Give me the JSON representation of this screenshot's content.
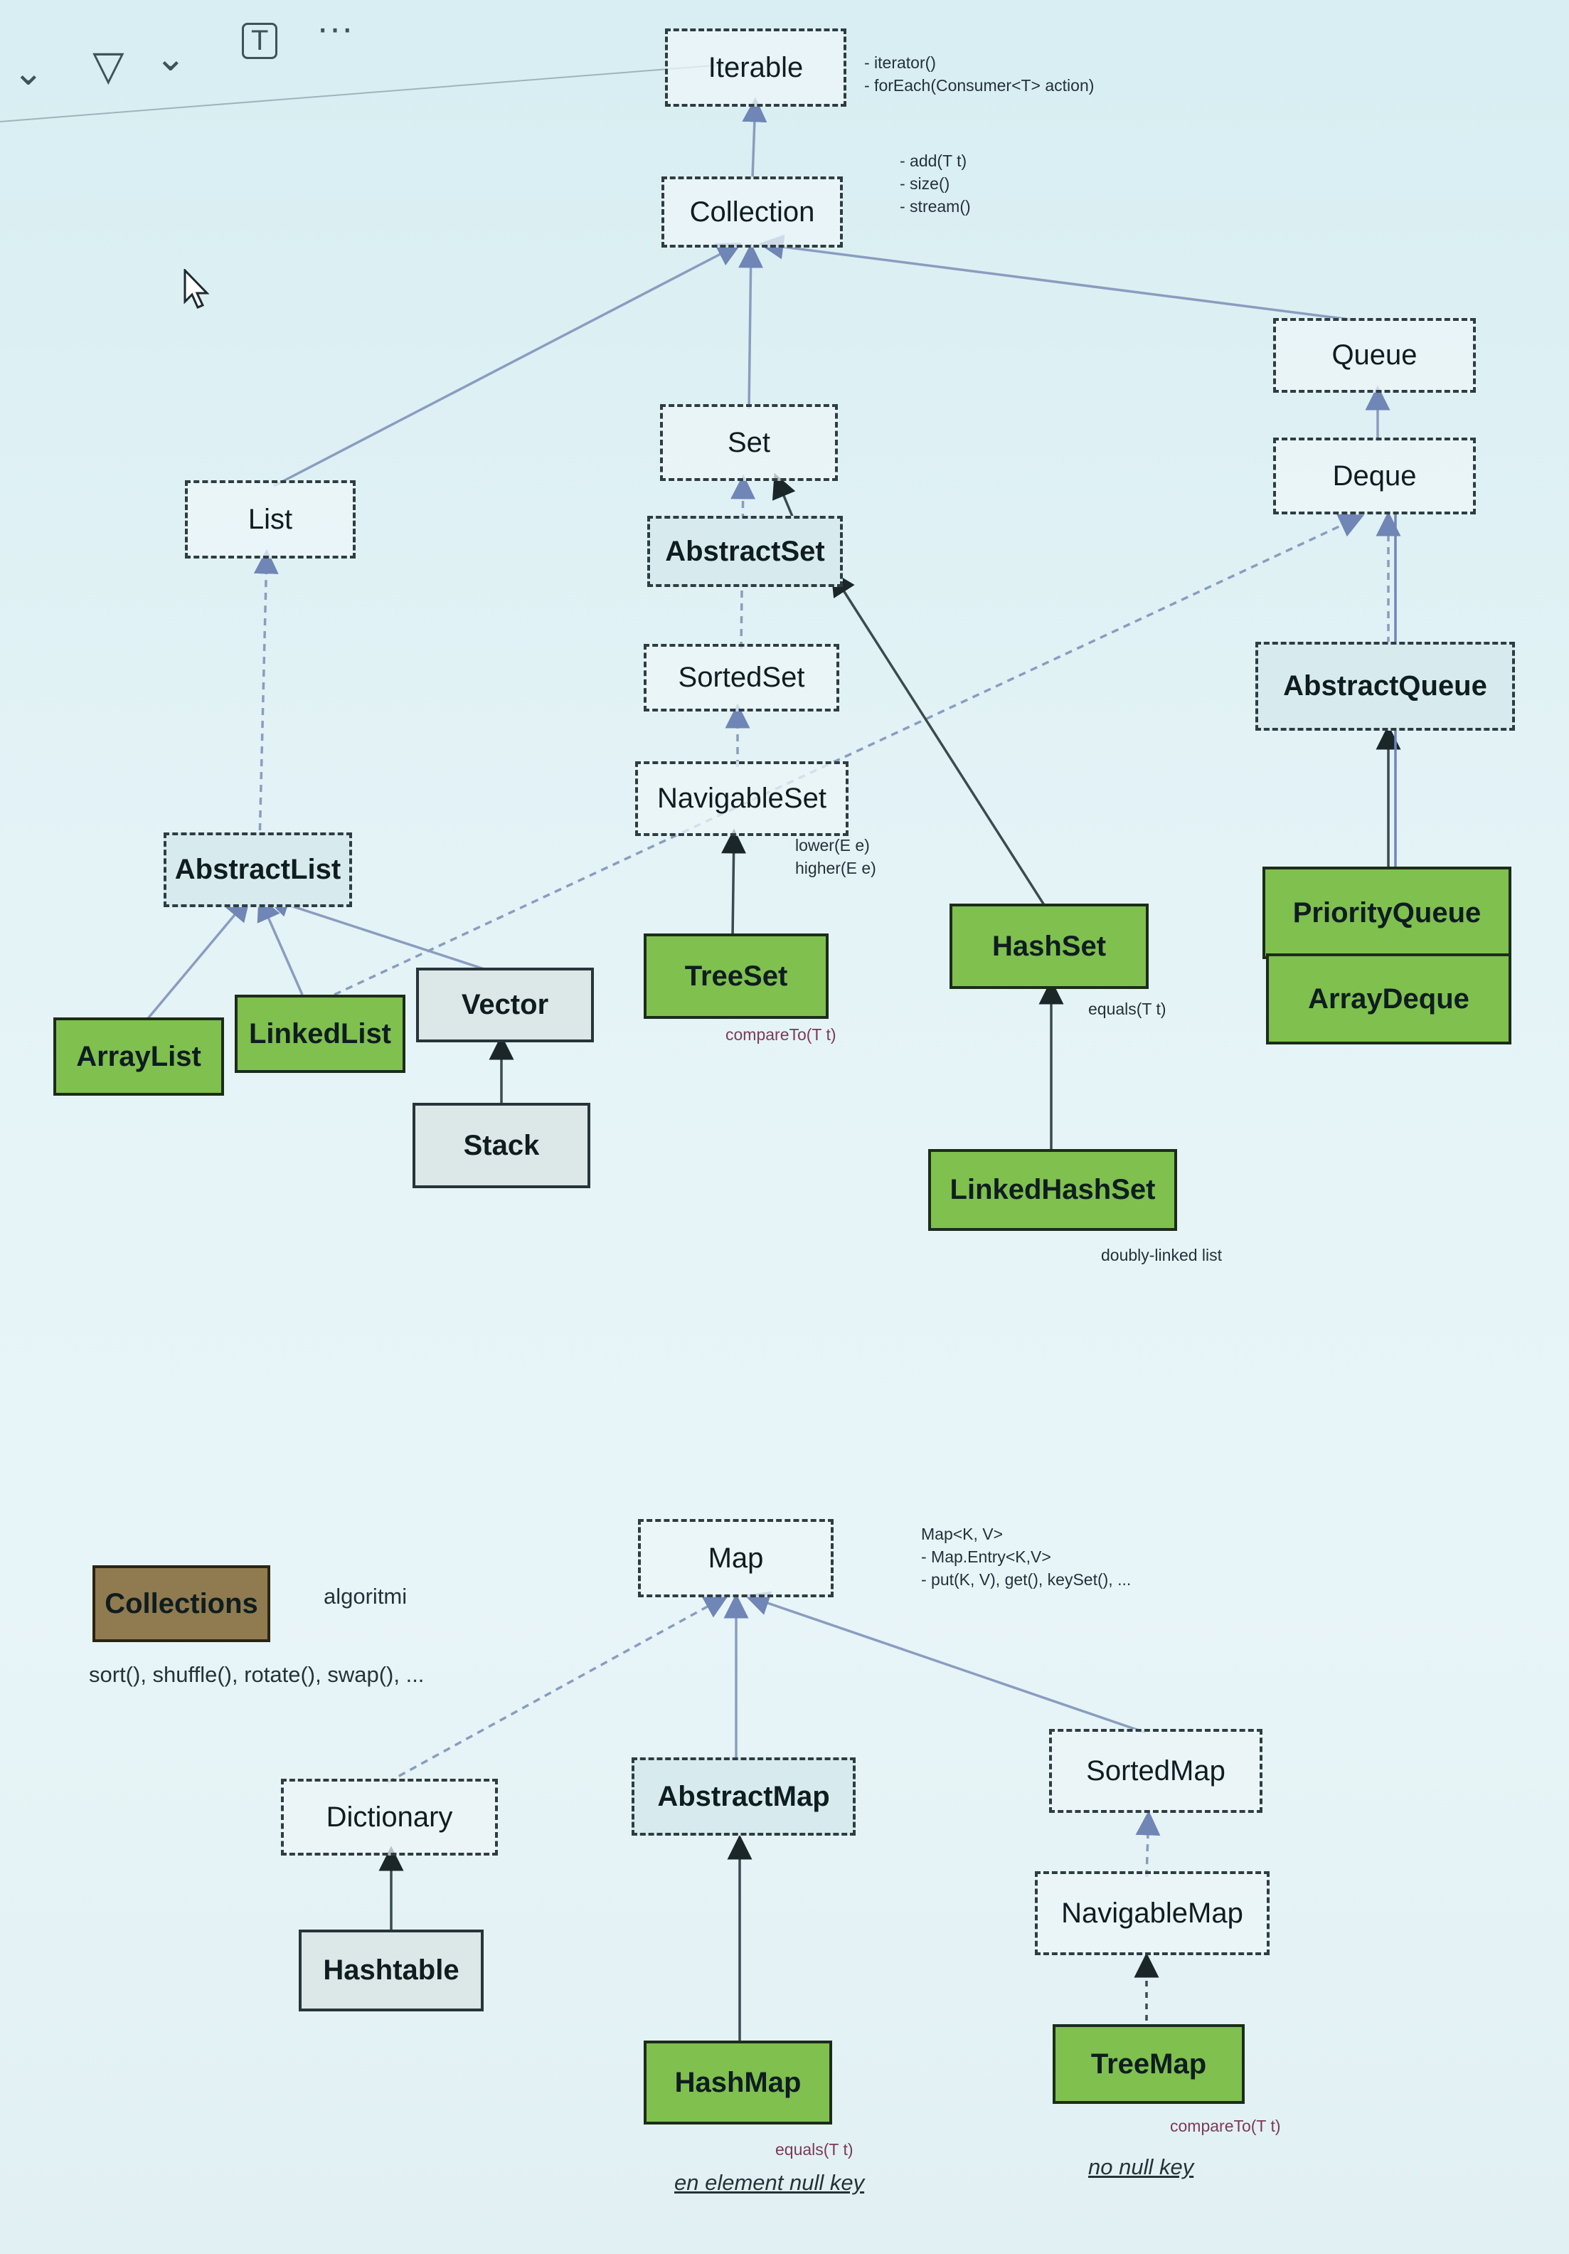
{
  "toolbar": {
    "icons": [
      "chevron-down-icon",
      "filter-icon",
      "chevron-down-icon",
      "text-tool-icon",
      "more-icon"
    ],
    "glyphs": {
      "chevron": "⌄",
      "filter": "▽",
      "text": "T",
      "more": "···"
    }
  },
  "nodes": {
    "iterable": "Iterable",
    "collection": "Collection",
    "list": "List",
    "set": "Set",
    "queue": "Queue",
    "deque": "Deque",
    "abstract_set": "AbstractSet",
    "sorted_set": "SortedSet",
    "navigable_set": "NavigableSet",
    "abstract_list": "AbstractList",
    "abstract_queue": "AbstractQueue",
    "array_list": "ArrayList",
    "linked_list": "LinkedList",
    "vector": "Vector",
    "stack": "Stack",
    "tree_set": "TreeSet",
    "hash_set": "HashSet",
    "linked_hash_set": "LinkedHashSet",
    "priority_queue": "PriorityQueue",
    "array_deque": "ArrayDeque",
    "map": "Map",
    "dictionary": "Dictionary",
    "hashtable": "Hashtable",
    "abstract_map": "AbstractMap",
    "hash_map": "HashMap",
    "sorted_map": "SortedMap",
    "navigable_map": "NavigableMap",
    "tree_map": "TreeMap",
    "collections": "Collections"
  },
  "notes": {
    "iterable_methods": [
      "- iterator()",
      "- forEach(Consumer<T> action)"
    ],
    "collection_methods": [
      "- add(T t)",
      "- size()",
      "- stream()"
    ],
    "navigable_set_methods": [
      "lower(E e)",
      "higher(E e)"
    ],
    "tree_set_note": "compareTo(T t)",
    "hash_set_note": "equals(T t)",
    "linked_hash_set_note": "doubly-linked list",
    "map_methods": [
      "Map<K, V>",
      "- Map.Entry<K,V>",
      "- put(K, V), get(), keySet(), ..."
    ],
    "collections_label": "algoritmi",
    "collections_methods": "sort(), shuffle(), rotate(), swap(), ...",
    "hash_map_note1": "equals(T t)",
    "hash_map_note2": "en element null key",
    "tree_map_note1": "compareTo(T t)",
    "tree_map_note2": "no null key"
  },
  "colors": {
    "implementation": "#7fc04f",
    "legacy": "#dce7e8",
    "utility": "#8f7b4f",
    "interface": "#ecf6f8",
    "edge": "#8a9dbf"
  }
}
